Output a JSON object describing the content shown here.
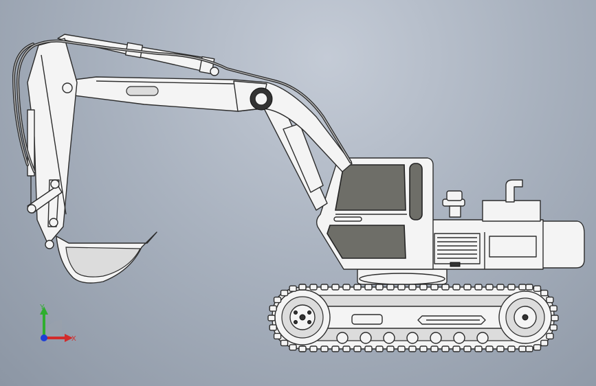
{
  "viewport": {
    "background_top": "#c4cbd6",
    "background_bottom": "#8c96a4"
  },
  "model": {
    "subject": "excavator",
    "part_color": "#f4f4f4",
    "edge_color": "#2c2c2c",
    "glass_color": "#6e6e68"
  },
  "triad": {
    "x_label": "X",
    "y_label": "Y",
    "x_color": "#d22b2b",
    "y_color": "#2fae2f",
    "z_color": "#1f3fd6"
  }
}
